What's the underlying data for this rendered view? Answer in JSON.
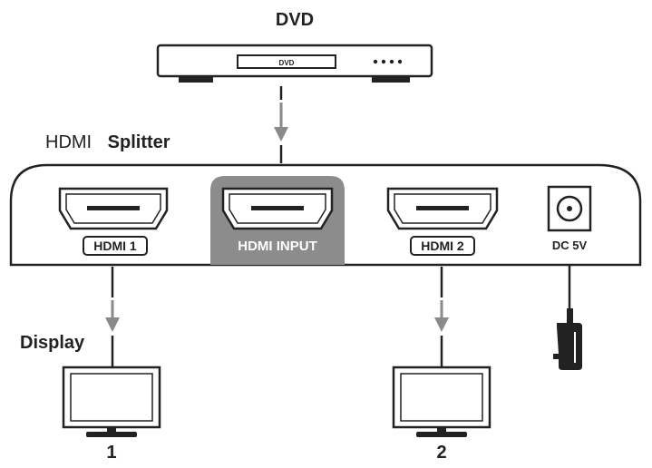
{
  "source": {
    "title": "DVD",
    "display_text": "DVD"
  },
  "device": {
    "title_light": "HDMI",
    "title_bold": "Splitter"
  },
  "ports": {
    "out1": "HDMI 1",
    "input": "HDMI INPUT",
    "out2": "HDMI 2",
    "power": "DC 5V"
  },
  "displays": {
    "label": "Display",
    "one": "1",
    "two": "2"
  },
  "colors": {
    "ink": "#222222",
    "arrow": "#8a8a8a",
    "input_bg": "#8c8c8c",
    "white": "#ffffff"
  }
}
